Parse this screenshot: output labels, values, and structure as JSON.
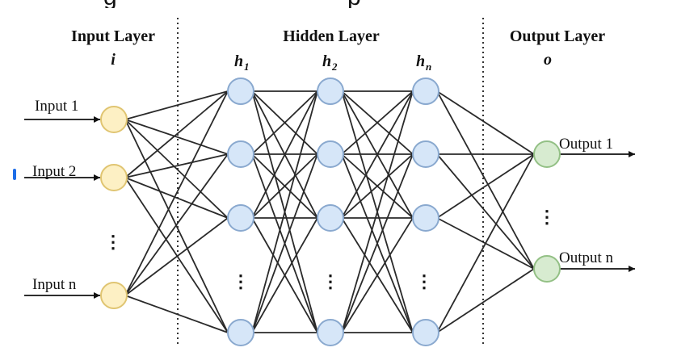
{
  "figure": {
    "top_clipped_text": [
      "g",
      "p"
    ],
    "sections": {
      "input": {
        "title": "Input Layer",
        "symbol": "i"
      },
      "hidden": {
        "title": "Hidden Layer",
        "columns": [
          {
            "symbol": "h",
            "subscript": "1"
          },
          {
            "symbol": "h",
            "subscript": "2"
          },
          {
            "symbol": "h",
            "subscript": "n"
          }
        ]
      },
      "output": {
        "title": "Output Layer",
        "symbol": "o"
      }
    },
    "inputs": [
      "Input 1",
      "Input 2",
      "Input n"
    ],
    "outputs": [
      "Output 1",
      "Output n"
    ],
    "ellipsis": "⋮",
    "colors": {
      "input_fill": "#fdf0c4",
      "input_stroke": "#e0c572",
      "hidden_fill": "#d6e6f8",
      "hidden_stroke": "#8aa9cf",
      "output_fill": "#d7ebd0",
      "output_stroke": "#93c085",
      "edge": "#2a2a2a",
      "divider": "#333333"
    },
    "structure": {
      "input_nodes": 3,
      "hidden_layers": 3,
      "hidden_nodes_per_layer": 4,
      "output_nodes": 2,
      "connectivity": "fully-connected"
    }
  }
}
